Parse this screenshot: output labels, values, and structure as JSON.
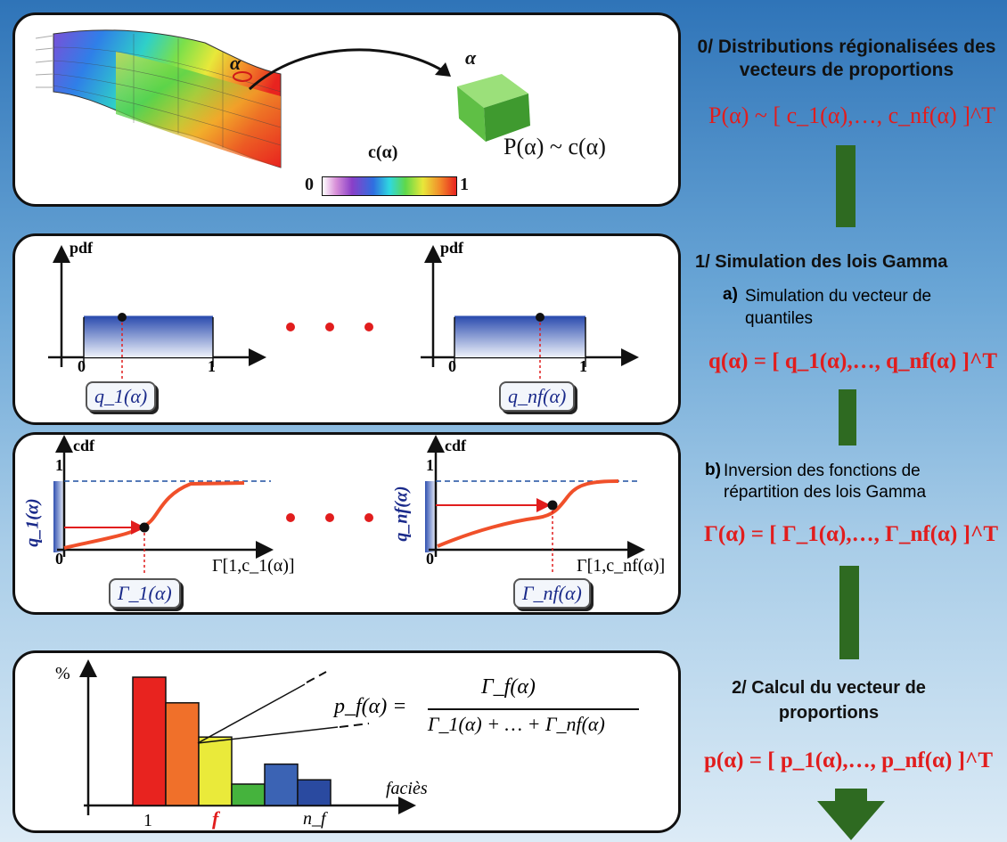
{
  "panel0": {
    "alpha_left": "α",
    "alpha_right": "α",
    "p_equiv": "P(α) ~ c(α)",
    "colorbar_label": "c(α)",
    "colorbar_min": "0",
    "colorbar_max": "1"
  },
  "panel1": {
    "pdf_label_1": "pdf",
    "pdf_label_2": "pdf",
    "tick0_1": "0",
    "tick1_1": "1",
    "tick0_2": "0",
    "tick1_2": "1",
    "q1_box": "q_1(α)",
    "qnf_box": "q_nf(α)"
  },
  "panel2": {
    "cdf_label_1": "cdf",
    "cdf_label_2": "cdf",
    "one_1": "1",
    "zero_1": "0",
    "one_2": "1",
    "zero_2": "0",
    "q1_axis": "q_1(α)",
    "qnf_axis": "q_nf(α)",
    "xlabel_1": "Γ[1,c_1(α)]",
    "xlabel_2": "Γ[1,c_nf(α)]",
    "gamma1_box": "Γ_1(α)",
    "gammanf_box": "Γ_nf(α)"
  },
  "panel3": {
    "ylabel": "%",
    "xlabel": "faciès",
    "tick_1": "1",
    "tick_f": "f",
    "tick_nf": "n_f",
    "formula_lhs": "p_f(α) =",
    "formula_num": "Γ_f(α)",
    "formula_den": "Γ_1(α) + … + Γ_nf(α)",
    "colors": [
      "#e8231f",
      "#f0702a",
      "#eaea3a",
      "#45b33d",
      "#3b63b4",
      "#2a4aa0"
    ]
  },
  "right": {
    "step0_title": "0/ Distributions régionalisées des vecteurs de proportions",
    "step0_formula": "P(α) ~ [ c_1(α),…, c_nf(α) ]^T",
    "step1_title": "1/ Simulation des lois Gamma",
    "step1a_label": "a)",
    "step1a_text": "Simulation du vecteur de quantiles",
    "step1a_formula": "q(α) = [ q_1(α),…, q_nf(α) ]^T",
    "step1b_label": "b)",
    "step1b_text": "Inversion des fonctions de répartition des lois Gamma",
    "step1b_formula": "Γ(α) = [ Γ_1(α),…, Γ_nf(α) ]^T",
    "step2_title": "2/ Calcul du vecteur de proportions",
    "step2_formula": "p(α) = [ p_1(α),…, p_nf(α) ]^T"
  },
  "chart_data": {
    "type": "bar",
    "categories": [
      "1",
      "",
      "f",
      "",
      "",
      "n_f"
    ],
    "values": [
      0.9,
      0.72,
      0.48,
      0.15,
      0.29,
      0.18
    ]
  }
}
